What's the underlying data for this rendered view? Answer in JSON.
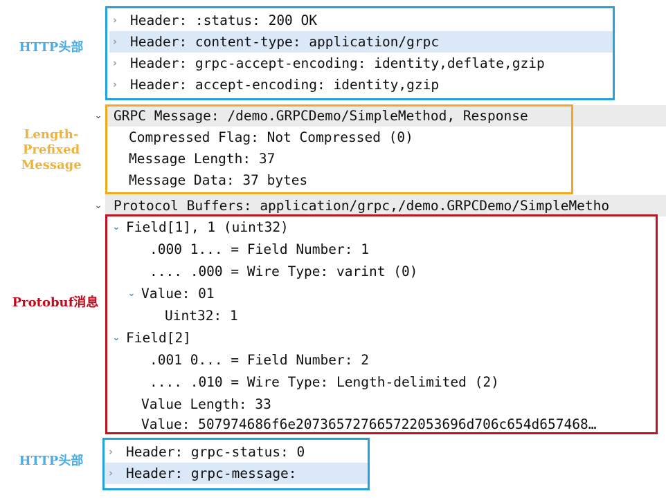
{
  "annotations": [
    {
      "id": "http-headers-top",
      "text": "HTTP头部",
      "color": "#4aadea"
    },
    {
      "id": "length-prefixed",
      "text": "Length-\nPrefixed\nMessage",
      "color": "#f2b233"
    },
    {
      "id": "protobuf-message",
      "text": "Protobuf消息",
      "color": "#c00d1e"
    },
    {
      "id": "http-headers-bottom",
      "text": "HTTP头部",
      "color": "#4aadea"
    }
  ],
  "http_headers_top": {
    "box_color": "#22a3e0",
    "rows": [
      {
        "twisty": "collapsed",
        "label": "Header: :status: 200 OK",
        "selected": false
      },
      {
        "twisty": "collapsed",
        "label": "Header: content-type: application/grpc",
        "selected": true
      },
      {
        "twisty": "collapsed",
        "label": "Header: grpc-accept-encoding: identity,deflate,gzip",
        "selected": false
      },
      {
        "twisty": "collapsed",
        "label": "Header: accept-encoding: identity,gzip",
        "selected": false
      }
    ]
  },
  "grpc_message": {
    "box_color": "#f5a81c",
    "rows": [
      {
        "twisty": "expanded",
        "label": "GRPC Message: /demo.GRPCDemo/SimpleMethod, Response",
        "highlighted": true,
        "indent": 0
      },
      {
        "twisty": "none",
        "label": "Compressed Flag: Not Compressed (0)",
        "highlighted": false,
        "indent": 1
      },
      {
        "twisty": "none",
        "label": "Message Length: 37",
        "highlighted": false,
        "indent": 1
      },
      {
        "twisty": "none",
        "label": "Message Data: 37 bytes",
        "highlighted": false,
        "indent": 1
      }
    ]
  },
  "protocol_buffers": {
    "box_color": "#c1121f",
    "header_row": {
      "twisty": "expanded",
      "label": "Protocol Buffers: application/grpc,/demo.GRPCDemo/SimpleMetho",
      "highlighted": true
    },
    "rows": [
      {
        "twisty": "expanded",
        "label": "Field[1], 1 (uint32)",
        "indent": 0
      },
      {
        "twisty": "none",
        "label": ".000 1... = Field Number: 1",
        "indent": 2
      },
      {
        "twisty": "none",
        "label": ".... .000 = Wire Type: varint (0)",
        "indent": 2
      },
      {
        "twisty": "expanded",
        "label": "Value: 01",
        "indent": 1
      },
      {
        "twisty": "none",
        "label": "Uint32: 1",
        "indent": 3
      },
      {
        "twisty": "expanded",
        "label": "Field[2]",
        "indent": 0
      },
      {
        "twisty": "none",
        "label": ".001 0... = Field Number: 2",
        "indent": 2
      },
      {
        "twisty": "none",
        "label": ".... .010 = Wire Type: Length-delimited (2)",
        "indent": 2
      },
      {
        "twisty": "none",
        "label": "Value Length: 33",
        "indent": 1
      },
      {
        "twisty": "none",
        "label": "Value: 507974686f6e207365727665722053696d706c654d657468…",
        "indent": 1
      }
    ]
  },
  "http_headers_bottom": {
    "box_color": "#22a3e0",
    "rows": [
      {
        "twisty": "collapsed",
        "label": "Header: grpc-status: 0",
        "selected": false
      },
      {
        "twisty": "collapsed",
        "label": "Header: grpc-message:",
        "selected": true
      }
    ]
  },
  "icons": {
    "collapsed": "›",
    "expanded": "⌄"
  }
}
